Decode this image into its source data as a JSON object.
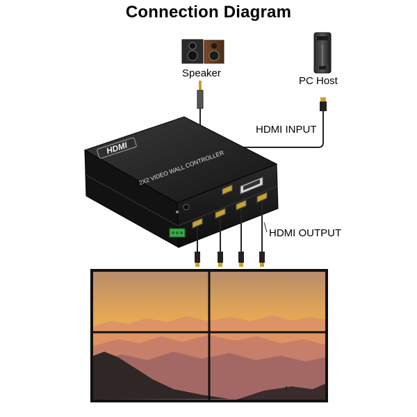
{
  "title": "Connection Diagram",
  "labels": {
    "speaker": "Speaker",
    "pc_host": "PC Host",
    "hdmi_input": "HDMI INPUT",
    "hdmi_output": "HDMI OUTPUT"
  },
  "device": {
    "logo": "HDMI",
    "name": "2X2 VIDEO WALL CONTROLLER"
  },
  "colors": {
    "device_body": "#1c1c1c",
    "cable": "#222222",
    "connector_gold": "#c9a227",
    "terminal_green": "#3aa84a",
    "wall_frame": "#111111"
  },
  "video_wall": {
    "rows": 2,
    "cols": 2
  }
}
